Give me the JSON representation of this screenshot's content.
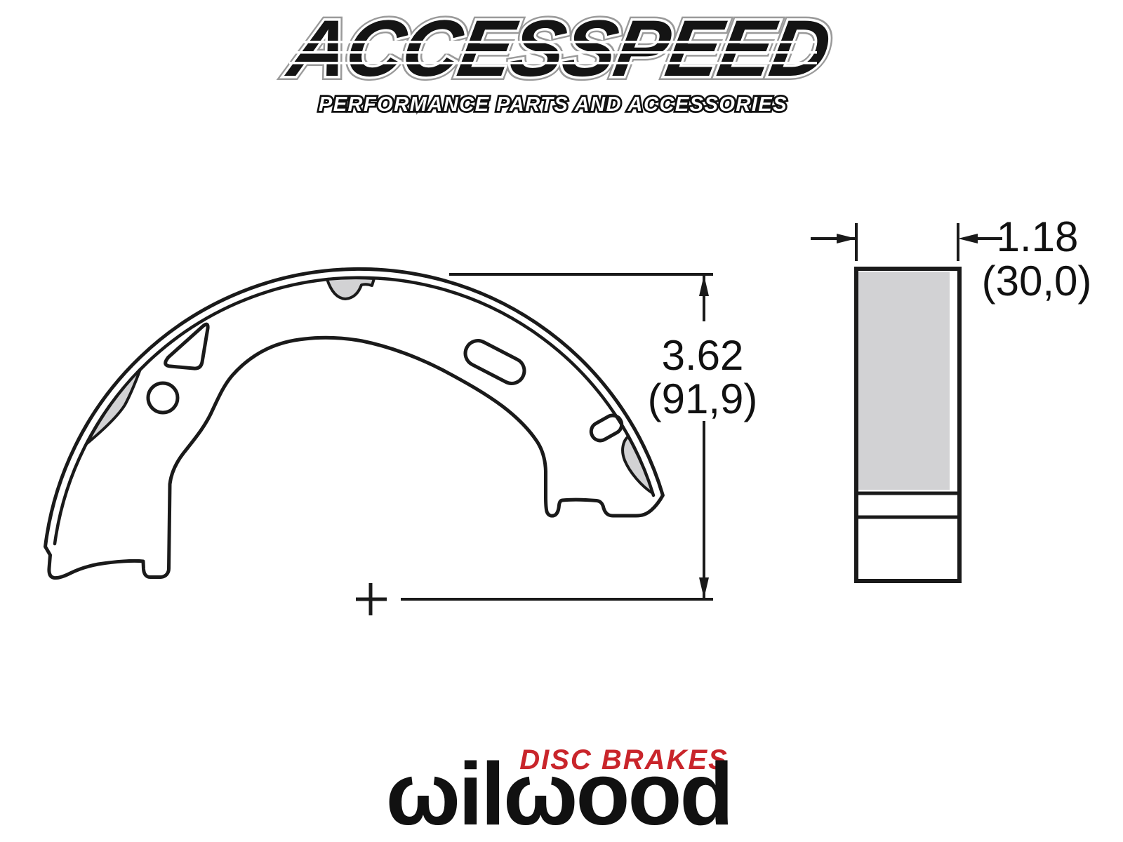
{
  "header": {
    "brand": "ACCESSPEED",
    "tagline": "PERFORMANCE PARTS AND ACCESSORIES"
  },
  "footer": {
    "sub_brand": "DISC BRAKES",
    "brand": "wilwood",
    "brand_stylized": "ωilωood"
  },
  "diagram": {
    "type": "brake-shoe-technical-drawing",
    "dimensions": {
      "radial_height_in": "3.62",
      "radial_height_mm": "(91,9)",
      "width_in": "1.18",
      "width_mm": "(30,0)"
    },
    "colors": {
      "line": "#1a1a1a",
      "shade": "#d2d2d4",
      "accent_red": "#c9252b"
    }
  }
}
